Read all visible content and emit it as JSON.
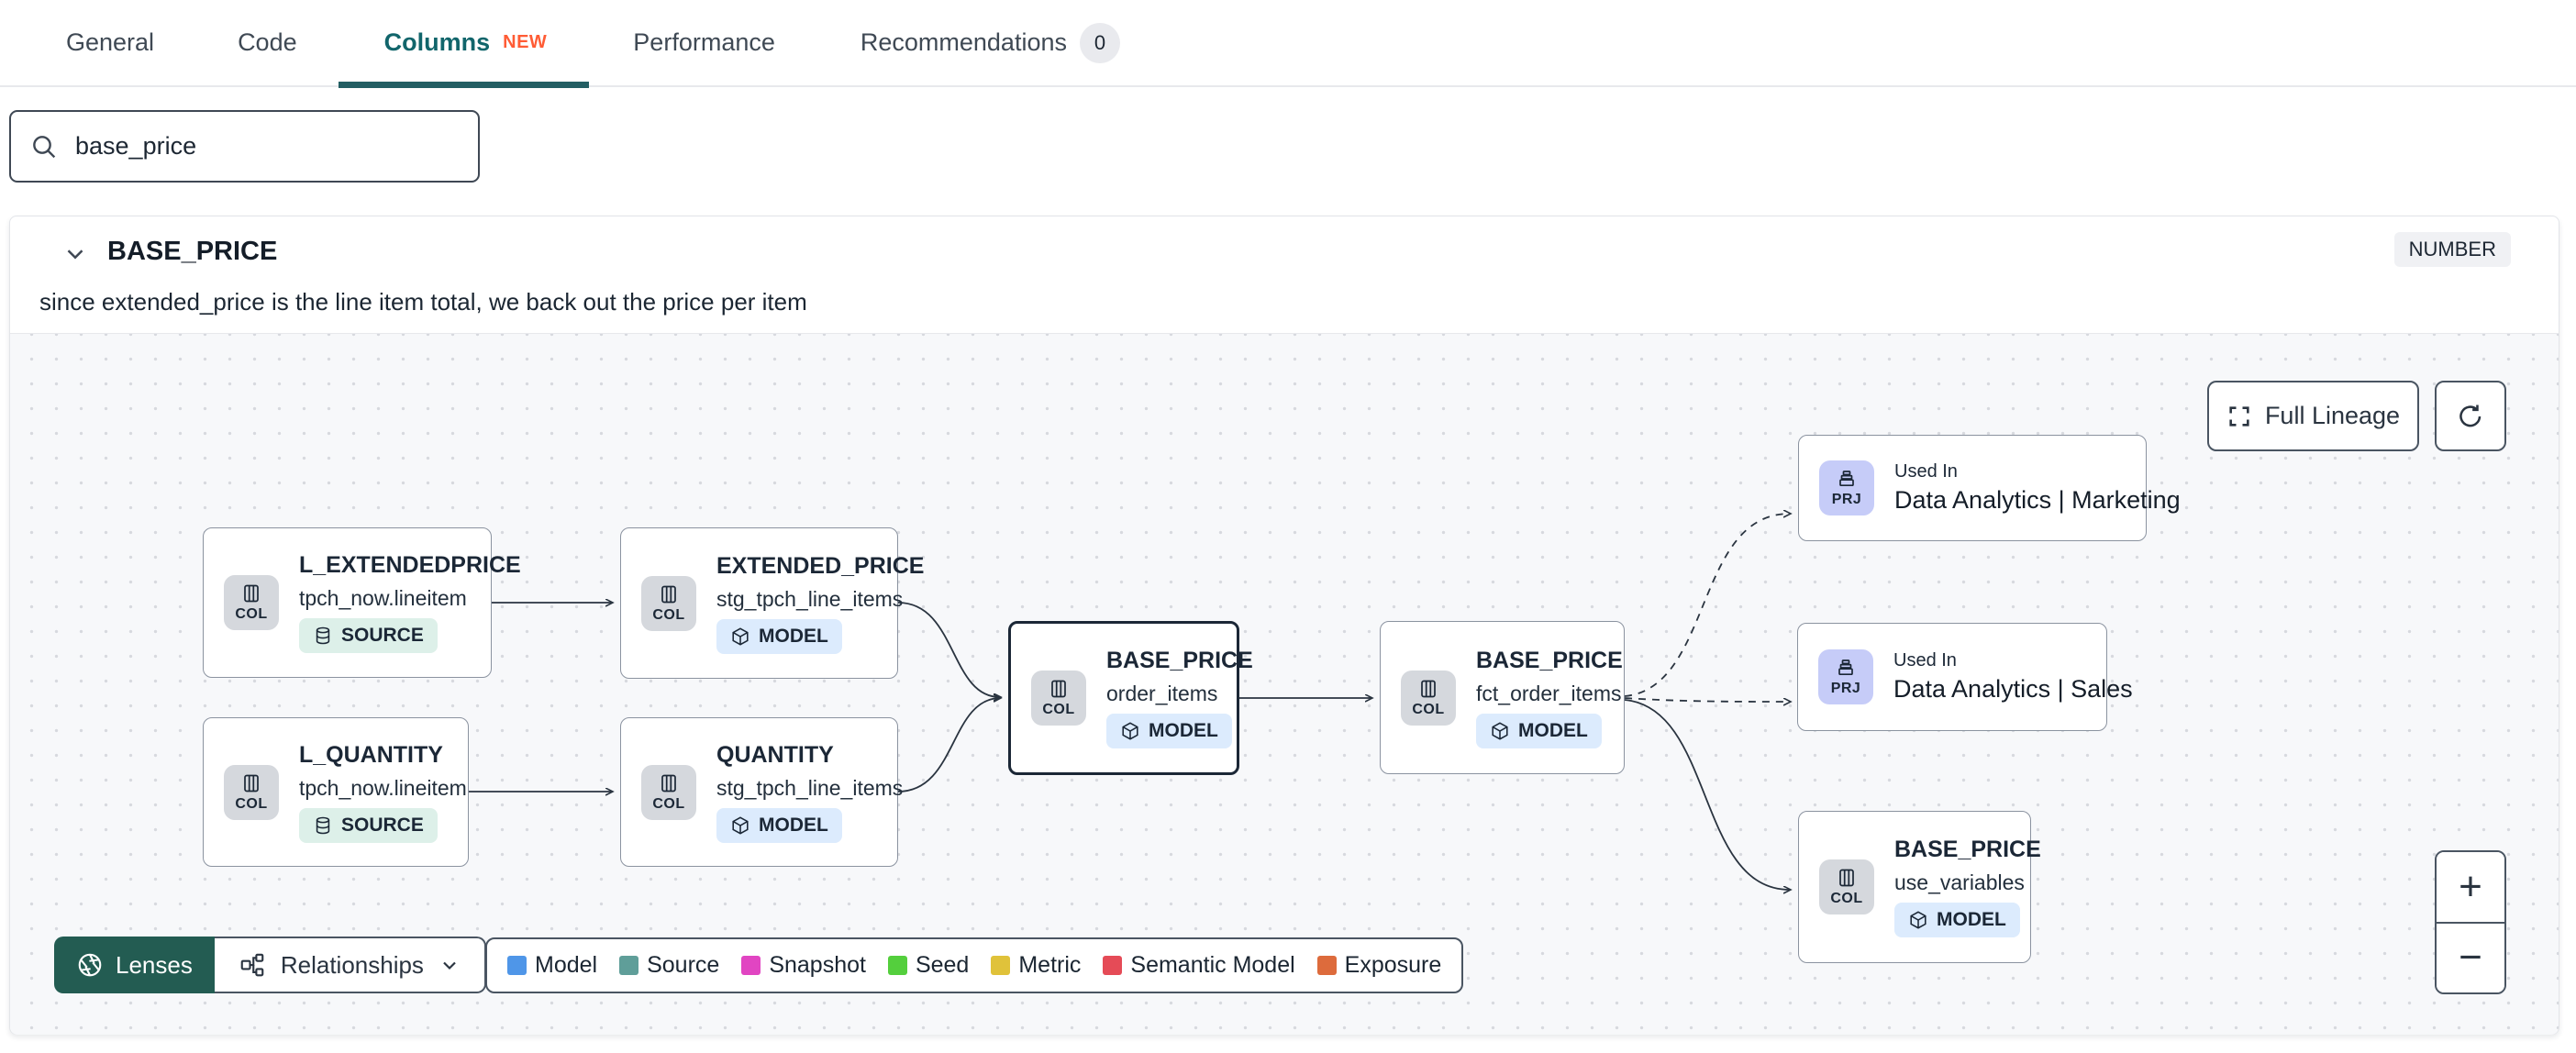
{
  "tabs": {
    "items": [
      {
        "label": "General"
      },
      {
        "label": "Code"
      },
      {
        "label": "Columns",
        "badge": "NEW"
      },
      {
        "label": "Performance"
      },
      {
        "label": "Recommendations",
        "count": "0"
      }
    ]
  },
  "search": {
    "value": "base_price"
  },
  "column": {
    "name": "BASE_PRICE",
    "type": "NUMBER",
    "description": "since extended_price is the line item total, we back out the price per item"
  },
  "lineage": {
    "controls": {
      "full_lineage": "Full Lineage",
      "zoom_in": "+",
      "zoom_out": "−"
    },
    "toolbar": {
      "lenses": "Lenses",
      "relationships": "Relationships"
    },
    "theme": {
      "active_tab": "#11656b",
      "new_badge": "#ff5c35",
      "lenses_bg": "#235c52",
      "selected_border": "#1b2736"
    },
    "legend": [
      {
        "label": "Model",
        "color": "#4f96e8"
      },
      {
        "label": "Source",
        "color": "#5f9e99"
      },
      {
        "label": "Snapshot",
        "color": "#e145c2"
      },
      {
        "label": "Seed",
        "color": "#54cf3d"
      },
      {
        "label": "Metric",
        "color": "#e0c23a"
      },
      {
        "label": "Semantic Model",
        "color": "#e54b57"
      },
      {
        "label": "Exposure",
        "color": "#dd6b3c"
      }
    ],
    "nodes": [
      {
        "chip": "COL",
        "title": "L_EXTENDEDPRICE",
        "subtitle": "tpch_now.lineitem",
        "badge": "SOURCE"
      },
      {
        "chip": "COL",
        "title": "L_QUANTITY",
        "subtitle": "tpch_now.lineitem",
        "badge": "SOURCE"
      },
      {
        "chip": "COL",
        "title": "EXTENDED_PRICE",
        "subtitle": "stg_tpch_line_items",
        "badge": "MODEL"
      },
      {
        "chip": "COL",
        "title": "QUANTITY",
        "subtitle": "stg_tpch_line_items",
        "badge": "MODEL"
      },
      {
        "chip": "COL",
        "title": "BASE_PRICE",
        "subtitle": "order_items",
        "badge": "MODEL"
      },
      {
        "chip": "COL",
        "title": "BASE_PRICE",
        "subtitle": "fct_order_items",
        "badge": "MODEL"
      },
      {
        "chip": "PRJ",
        "label": "Used In",
        "title": "Data Analytics | Marketing"
      },
      {
        "chip": "PRJ",
        "label": "Used In",
        "title": "Data Analytics | Sales"
      },
      {
        "chip": "COL",
        "title": "BASE_PRICE",
        "subtitle": "use_variables",
        "badge": "MODEL"
      }
    ]
  }
}
